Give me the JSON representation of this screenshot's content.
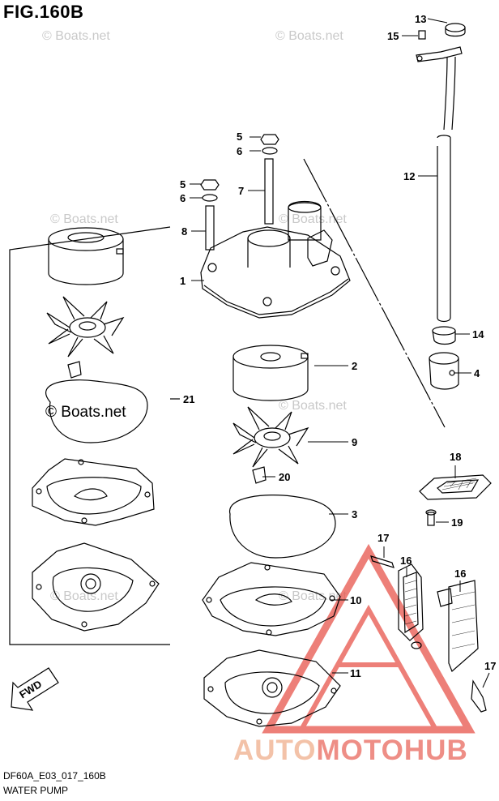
{
  "title": "FIG.160B",
  "watermark": "© Boats.net",
  "code": "DF60A_E03_017_160B",
  "caption": "WATER PUMP",
  "brand": {
    "part1": "AUTO",
    "part2": "MOTO",
    "part3": "HUB"
  },
  "fwd_label": "FWD",
  "callouts": {
    "c1": "1",
    "c2": "2",
    "c3": "3",
    "c4": "4",
    "c5a": "5",
    "c5b": "5",
    "c6a": "6",
    "c6b": "6",
    "c7": "7",
    "c8": "8",
    "c9": "9",
    "c10": "10",
    "c11": "11",
    "c12": "12",
    "c13": "13",
    "c14": "14",
    "c15": "15",
    "c16a": "16",
    "c16b": "16",
    "c17a": "17",
    "c17b": "17",
    "c18": "18",
    "c19": "19",
    "c20": "20",
    "c21": "21"
  },
  "colors": {
    "line": "#000000",
    "watermark": "#c9c9c9",
    "logo_red": "#e8554c",
    "logo_peach": "#f3c2a8"
  }
}
